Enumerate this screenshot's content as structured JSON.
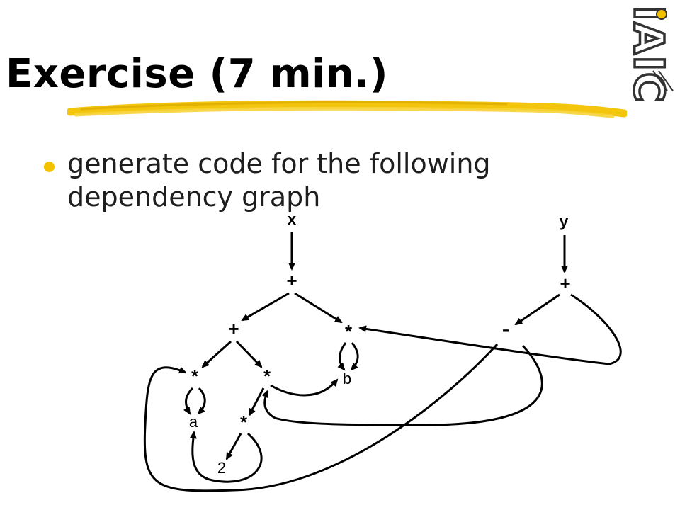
{
  "slide": {
    "title": "Exercise (7 min.)",
    "bullet": "generate code for the following dependency graph",
    "logo_text": "IAIC"
  },
  "graph": {
    "nodes": [
      {
        "id": "x",
        "label": "x"
      },
      {
        "id": "y",
        "label": "y"
      },
      {
        "id": "plus_x",
        "label": "+"
      },
      {
        "id": "plus_y",
        "label": "+"
      },
      {
        "id": "plus_left",
        "label": "+"
      },
      {
        "id": "mul_b",
        "label": "*"
      },
      {
        "id": "minus",
        "label": "-"
      },
      {
        "id": "mul_a",
        "label": "*"
      },
      {
        "id": "mul_mid",
        "label": "*"
      },
      {
        "id": "b",
        "label": "b"
      },
      {
        "id": "a",
        "label": "a"
      },
      {
        "id": "mul_2",
        "label": "*"
      },
      {
        "id": "two",
        "label": "2"
      }
    ]
  },
  "colors": {
    "accent": "#f2c200",
    "stroke": "#000000"
  }
}
